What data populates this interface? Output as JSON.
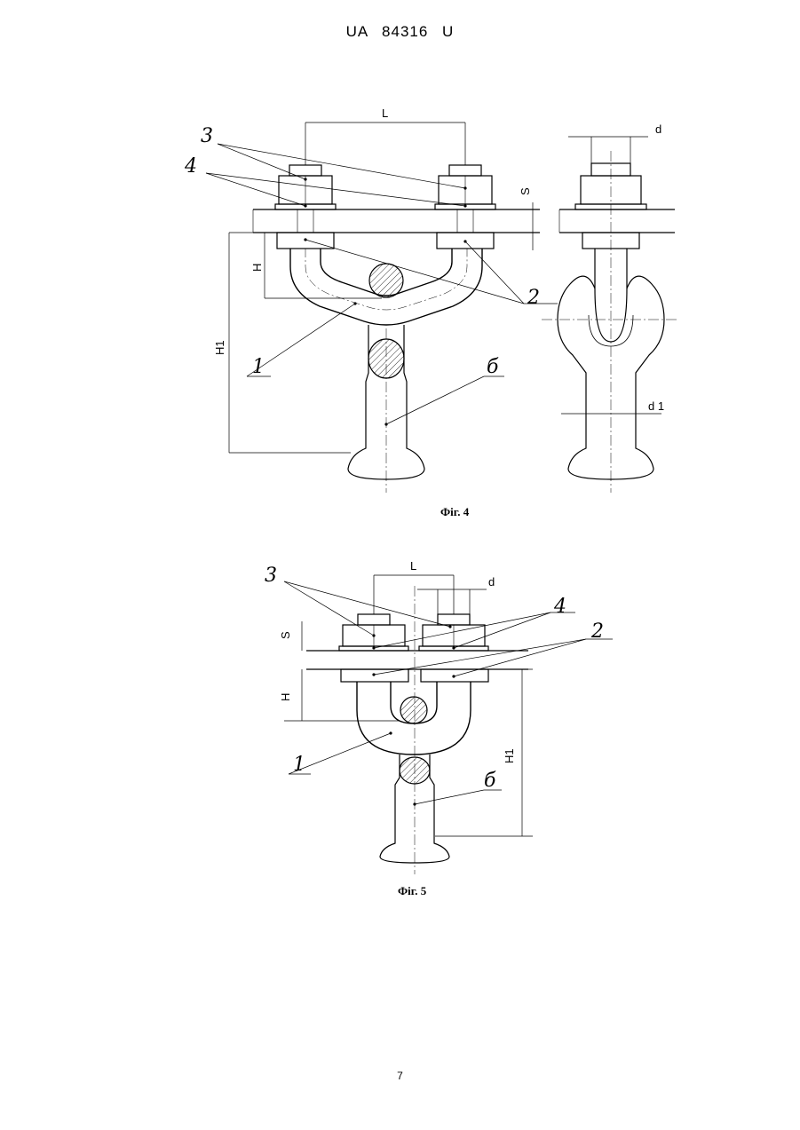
{
  "header": {
    "doc_id": "UA   84316   U"
  },
  "page_number": "7",
  "figure4": {
    "caption": "Фіг. 4",
    "dims": {
      "L": "L",
      "S": "S",
      "H": "H",
      "H1": "H1",
      "d": "d",
      "d1": "d 1"
    },
    "callouts": {
      "c1": "1",
      "c2": "2",
      "c3": "3",
      "c4": "4",
      "c6": "б"
    }
  },
  "figure5": {
    "caption": "Фіг. 5",
    "dims": {
      "L": "L",
      "S": "S",
      "H": "H",
      "H1": "H1",
      "d": "d"
    },
    "callouts": {
      "c1": "1",
      "c2": "2",
      "c3": "3",
      "c4": "4",
      "c6": "б"
    }
  }
}
